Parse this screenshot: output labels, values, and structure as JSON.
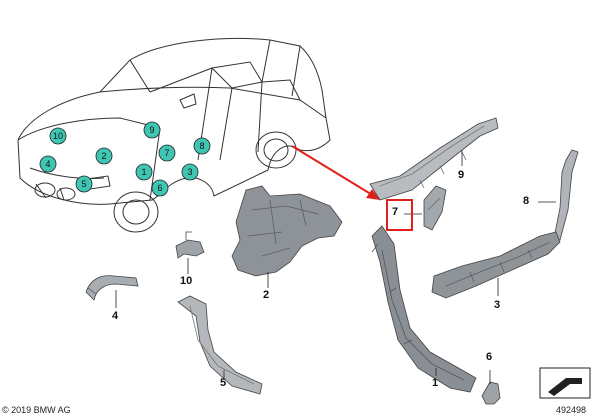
{
  "callouts_car": [
    "10",
    "9",
    "2",
    "7",
    "8",
    "4",
    "1",
    "3",
    "5",
    "6"
  ],
  "part_labels": {
    "p1": "1",
    "p2": "2",
    "p3": "3",
    "p4": "4",
    "p5": "5",
    "p6": "6",
    "p7": "7",
    "p8": "8",
    "p9": "9",
    "p10": "10"
  },
  "footer": {
    "copyright": "© 2019 BMW AG",
    "doc_number": "492498"
  },
  "colors": {
    "callout_fill": "#3ec6b3",
    "highlight": "#e0201c",
    "line": "#222222",
    "part_fill": "#9aa0a6"
  },
  "icons": {
    "nav_icon": "arrow-corner-icon"
  }
}
